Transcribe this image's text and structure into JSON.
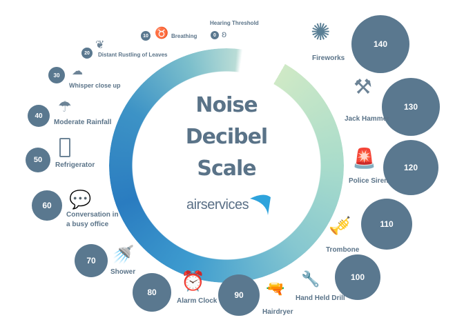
{
  "title": {
    "line1": "Noise",
    "line2": "Decibel",
    "line3": "Scale"
  },
  "logo": "airservices",
  "levels": [
    {
      "db": "0",
      "label": "Hearing Threshold",
      "icon": "ear-icon"
    },
    {
      "db": "10",
      "label": "Breathing",
      "icon": "lungs-icon"
    },
    {
      "db": "20",
      "label": "Distant Rustling of Leaves",
      "icon": "leaf-icon"
    },
    {
      "db": "30",
      "label": "Whisper close up",
      "icon": "whisper-icon"
    },
    {
      "db": "40",
      "label": "Moderate Rainfall",
      "icon": "rain-cloud-icon"
    },
    {
      "db": "50",
      "label": "Refrigerator",
      "icon": "refrigerator-icon"
    },
    {
      "db": "60",
      "label": "Conversation in a busy office",
      "icon": "speech-bubbles-icon"
    },
    {
      "db": "70",
      "label": "Shower",
      "icon": "shower-icon"
    },
    {
      "db": "80",
      "label": "Alarm Clock",
      "icon": "alarm-clock-icon"
    },
    {
      "db": "90",
      "label": "Hairdryer",
      "icon": "hairdryer-icon"
    },
    {
      "db": "100",
      "label": "Hand Held Drill",
      "icon": "drill-icon"
    },
    {
      "db": "110",
      "label": "Trombone",
      "icon": "trombone-icon"
    },
    {
      "db": "120",
      "label": "Police Siren",
      "icon": "siren-icon"
    },
    {
      "db": "130",
      "label": "Jack Hammer",
      "icon": "jackhammer-icon"
    },
    {
      "db": "140",
      "label": "Fireworks",
      "icon": "fireworks-icon"
    }
  ]
}
